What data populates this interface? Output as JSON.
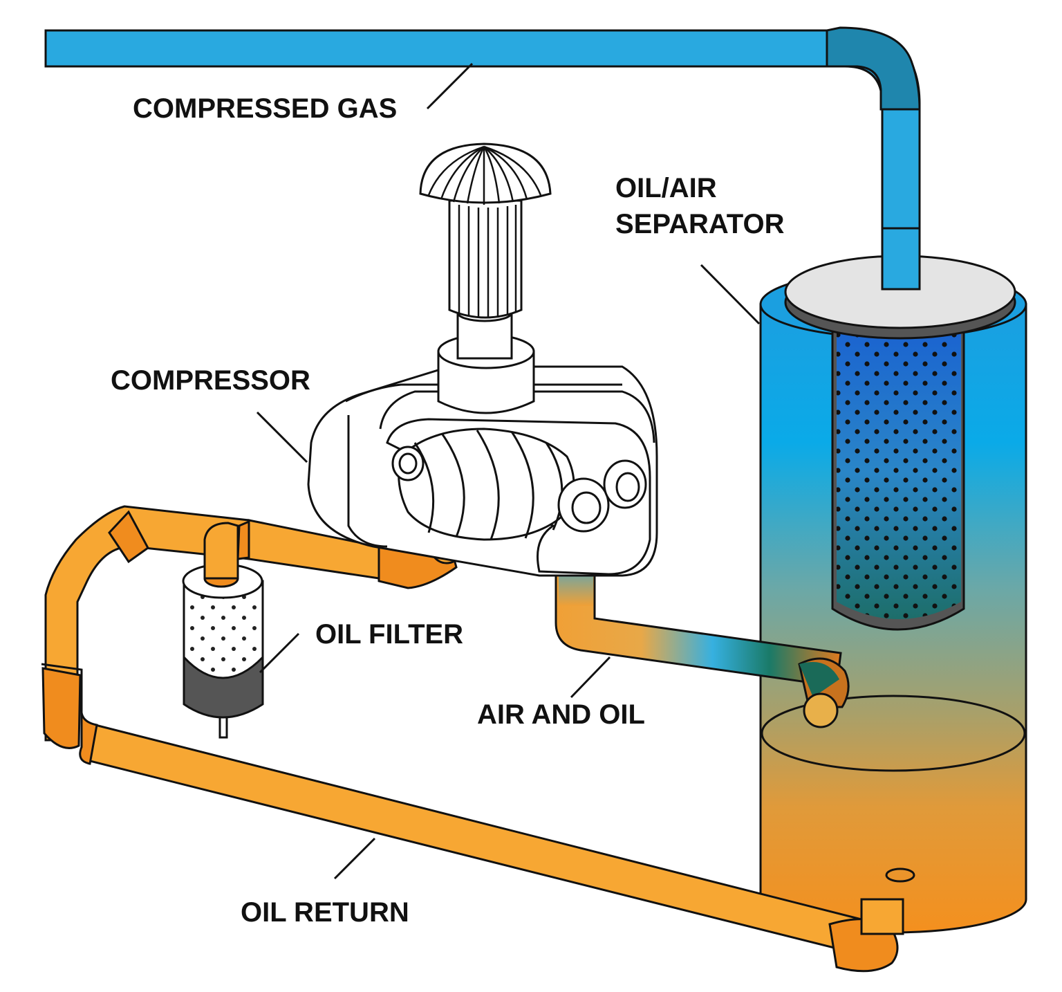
{
  "labels": {
    "compressed_gas": "COMPRESSED GAS",
    "separator_line1": "OIL/AIR",
    "separator_line2": "SEPARATOR",
    "compressor": "COMPRESSOR",
    "oil_filter": "OIL FILTER",
    "air_and_oil": "AIR AND OIL",
    "oil_return": "OIL RETURN"
  },
  "colors": {
    "gas_blue": "#29a9e0",
    "gas_blue_dark": "#1f86ad",
    "oil_orange": "#f7a733",
    "oil_orange_dark": "#f08c1e",
    "outline": "#111111",
    "filter_dark": "#555555",
    "separator_cap": "#e4e4e4",
    "element_blue": "#1565c8"
  }
}
